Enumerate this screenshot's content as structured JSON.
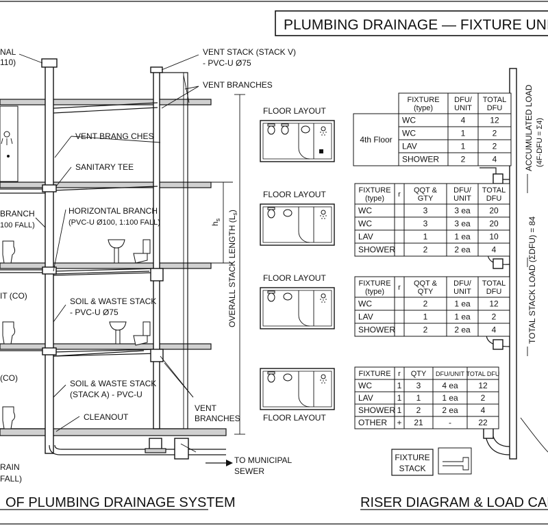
{
  "header": {
    "title": "PLUMBING DRAINAGE — FIXTURE UNIT"
  },
  "section": {
    "labels": {
      "vent_terminal": "NAL",
      "vent_terminal_size": "110)",
      "vent_stack": "VENT STACK (STACK V)",
      "vent_stack_size": "- PVC-U Ø75",
      "vent_branches_top": "VENT BRANCHES",
      "vent_branches_mid": "VENT BRANG CHES",
      "sanitary_tee": "SANITARY TEE",
      "branch_left": "BRANCH",
      "branch_left_spec": "100 FALL)",
      "horizontal_branch": "HORIZONTAL BRANCH",
      "horizontal_branch_spec": "(PVC-U Ø100, 1:100 FALL)",
      "cleanout_left_1": "IT (CO)",
      "soil_stack_1": "SOIL & WASTE STACK",
      "soil_stack_1_spec": "- PVC-U Ø75",
      "cleanout_left_2": "(CO)",
      "soil_stack_2": "SOIL & WASTE STACK",
      "soil_stack_2_spec": "(STACK A) - PVC-U",
      "cleanout": "CLEANOUT",
      "vent_branches_bottom_1": "VENT",
      "vent_branches_bottom_2": "BRANCHES",
      "drain_left_1": "RAIN",
      "drain_left_2": "FALL)",
      "to_sewer_1": "TO MUNICIPAL",
      "to_sewer_2": "SEWER",
      "floor_height": "h",
      "floor_height_sub": "s",
      "overall_stack": "OVERALL STACK LENGTH (L",
      "overall_stack_sub": "s",
      "overall_stack_close": ")"
    },
    "title": "OF PLUMBING DRAINAGE SYSTEM"
  },
  "floor_layout_label": "FLOOR LAYOUT",
  "riser": {
    "title": "RISER DIAGRAM & LOAD CALCU",
    "accumulated_load_1": "ACCUMULATED LOAD",
    "accumulated_load_2": "(4F-DFU = Σ4)",
    "total_stack_load": "TOTAL STACK LOAD (ΣDFU) = 84",
    "fixture_stack_1": "FIXTURE",
    "fixture_stack_2": "STACK"
  },
  "tables": [
    {
      "floor": "4th Floor",
      "headers": [
        [
          "FIXTURE",
          "(type)"
        ],
        [
          "DFU/",
          "UNIT"
        ],
        [
          "TOTAL",
          "DFU"
        ]
      ],
      "rows": [
        [
          "WC",
          "4",
          "12"
        ],
        [
          "WC",
          "1",
          "2"
        ],
        [
          "LAV",
          "1",
          "2"
        ],
        [
          "SHOWER",
          "2",
          "4"
        ]
      ]
    },
    {
      "headers": [
        [
          "FIXTURE",
          "(type)"
        ],
        [
          "r"
        ],
        [
          "QQT &",
          "GTY"
        ],
        [
          "DFU/",
          "UNIT"
        ],
        [
          "TOTAL",
          "DFU"
        ]
      ],
      "rows": [
        [
          "WC",
          "",
          "3",
          "3 ea",
          "20"
        ],
        [
          "WC",
          "",
          "3",
          "3 ea",
          "20"
        ],
        [
          "LAV",
          "",
          "1",
          "1 ea",
          "10"
        ],
        [
          "SHOWER",
          "",
          "2",
          "2 ea",
          "4"
        ]
      ]
    },
    {
      "headers": [
        [
          "FIXTURE",
          "(type)"
        ],
        [
          "r"
        ],
        [
          "QQT &",
          "QTY"
        ],
        [
          "DFU/",
          "UNIT"
        ],
        [
          "TOTAL",
          "DFU"
        ]
      ],
      "rows": [
        [
          "WC",
          "",
          "2",
          "1 ea",
          "12"
        ],
        [
          "LAV",
          "",
          "1",
          "1 ea",
          "2"
        ],
        [
          "SHOWER",
          "",
          "2",
          "2 ea",
          "4"
        ]
      ]
    },
    {
      "headers": [
        [
          "FIXTURE"
        ],
        [
          "r"
        ],
        [
          "QTY"
        ],
        [
          "DFU/UNIT"
        ],
        [
          "TOTAL DFU"
        ]
      ],
      "rows": [
        [
          "WC",
          "1",
          "3",
          "4 ea",
          "12"
        ],
        [
          "LAV",
          "1",
          "1",
          "1 ea",
          "2"
        ],
        [
          "SHOWER",
          "1",
          "2",
          "2 ea",
          "4"
        ],
        [
          "OTHER",
          "+",
          "21",
          "-",
          "22"
        ]
      ]
    }
  ]
}
